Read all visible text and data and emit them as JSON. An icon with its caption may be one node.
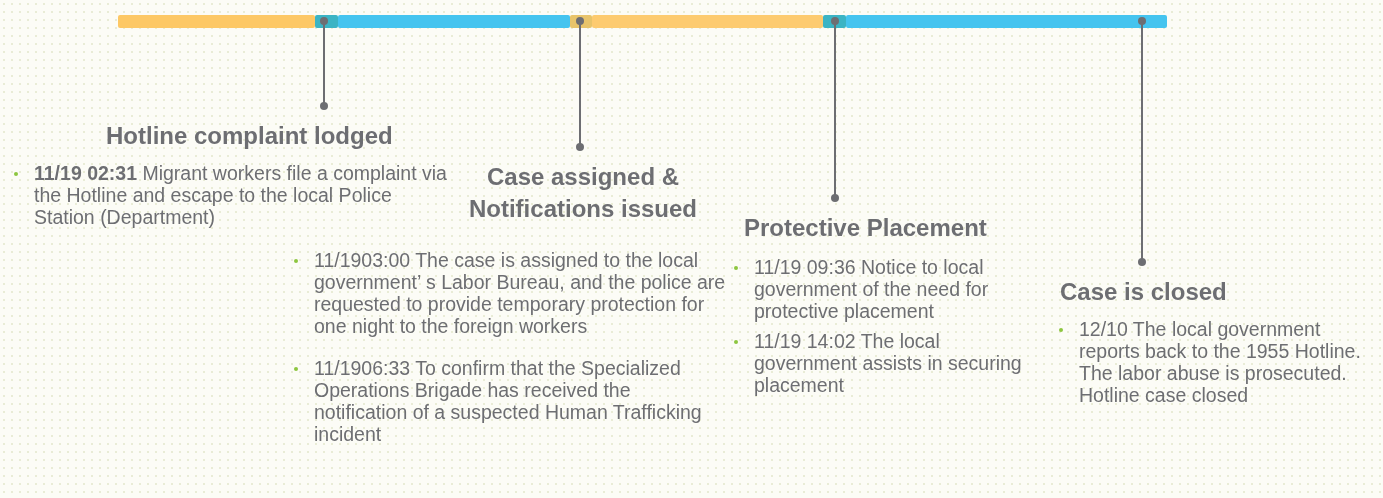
{
  "diagram": {
    "nodes": [
      {
        "text": [],
        "shape": "bar"
      },
      {
        "text": [
          "Hotline complaint lodged",
          "**11/19 02:31** Migrant workers file a complaint via the Hotline and escape to the local Police Station (Department)"
        ]
      },
      {
        "text": [
          "Case assigned & Notifications issued",
          "11/1903:00 The case is assigned to the local government’ s Labor Bureau, and the police are requested to provide temporary protection for one night to the foreign workers",
          "11/1906:33 To confirm that the Specialized Operations Brigade has received the notification of a suspected Human Trafficking incident"
        ]
      },
      {
        "text": [
          "Protective Placement",
          "11/19 09:36 Notice to local government of the need for protective placement",
          "11/19 14:02 The local government assists in securing placement"
        ]
      },
      {
        "text": [
          "Case is closed",
          "12/10 The local government reports back to the 1955 Hotline. The labor abuse is prosecuted. Hotline case closed"
        ]
      }
    ],
    "edges": [
      {
        "from": 0,
        "to": 1,
        "arrow": "other"
      },
      {
        "from": 0,
        "to": 2,
        "arrow": "other"
      },
      {
        "from": 0,
        "to": 3,
        "arrow": "other"
      },
      {
        "from": 0,
        "to": 4,
        "arrow": "other"
      }
    ]
  }
}
